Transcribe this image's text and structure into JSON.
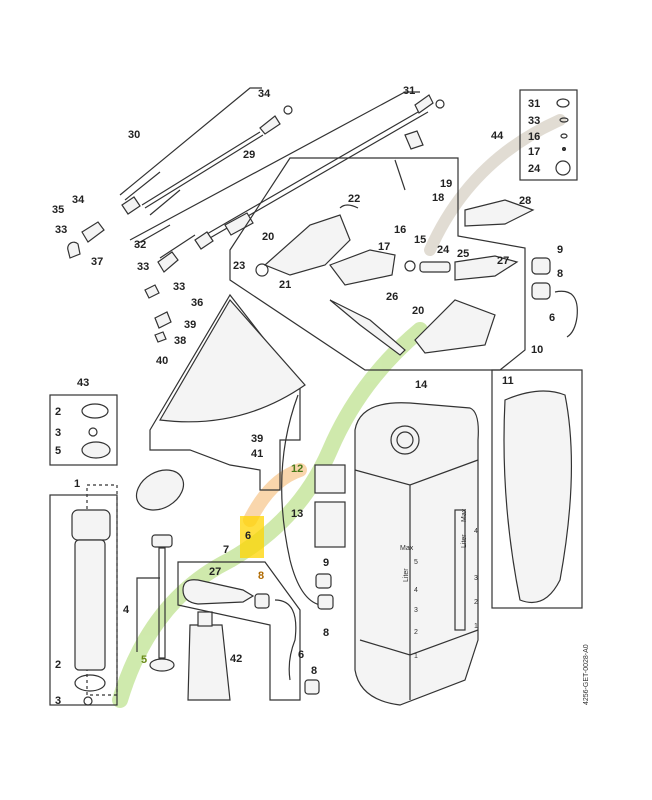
{
  "diagram": {
    "labels": [
      "34",
      "31",
      "30",
      "29",
      "34",
      "35",
      "33",
      "37",
      "22",
      "19",
      "18",
      "16",
      "17",
      "15",
      "20",
      "23",
      "21",
      "32",
      "33",
      "33",
      "36",
      "39",
      "38",
      "40",
      "24",
      "25",
      "27",
      "28",
      "9",
      "8",
      "6",
      "26",
      "20",
      "14",
      "10",
      "11",
      "44",
      "31",
      "33",
      "16",
      "17",
      "24",
      "43",
      "2",
      "3",
      "5",
      "39",
      "41",
      "12",
      "13",
      "1",
      "6",
      "7",
      "27",
      "8",
      "4",
      "5",
      "42",
      "2",
      "3",
      "6",
      "8",
      "9",
      "8"
    ],
    "gauge_left": {
      "max": "Max",
      "unit": "Liter",
      "ticks": [
        "5",
        "4",
        "3",
        "2",
        "1"
      ]
    },
    "gauge_right": {
      "max": "Max",
      "unit": "Liter",
      "ticks": [
        "4",
        "3",
        "2",
        "1"
      ]
    },
    "drawing_code": "4256-GET-0028-A0",
    "highlight_color": "#ffd400",
    "watermark_colors": [
      "#a8d86a",
      "#f5b56a",
      "#c8bfae"
    ]
  }
}
